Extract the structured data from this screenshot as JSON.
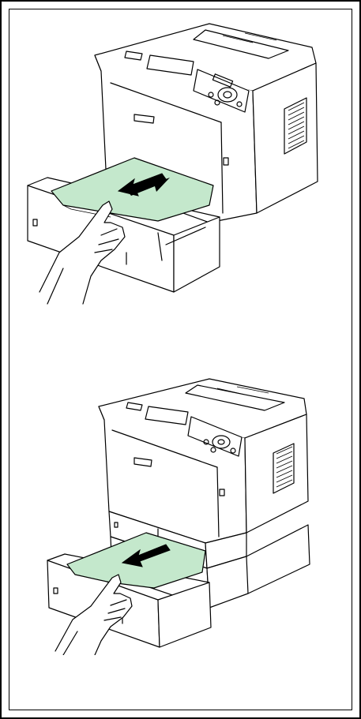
{
  "figure": {
    "panels": [
      {
        "id": "top",
        "subject": "printer-standard-cassette",
        "action": "pull-out-jammed-paper"
      },
      {
        "id": "bottom",
        "subject": "printer-optional-paper-feeder-cassette",
        "action": "pull-out-jammed-paper"
      }
    ],
    "colors": {
      "paper": "#c4e8cc",
      "line": "#000000",
      "background": "#ffffff"
    },
    "icons": [
      "printer-icon",
      "cassette-icon",
      "jammed-paper-icon",
      "arrow-icon",
      "hand-icon"
    ]
  }
}
